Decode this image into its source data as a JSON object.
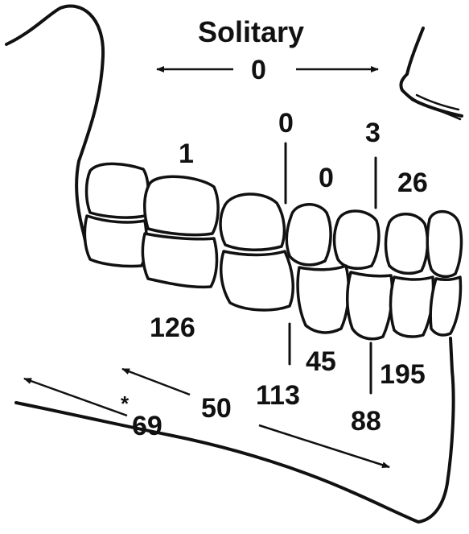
{
  "title": "Solitary",
  "upper": {
    "solitary": "0",
    "molar": "1",
    "canine": "0",
    "premolar_1": "0",
    "premolar_2": "3",
    "incisor": "26"
  },
  "lower": {
    "molar": "126",
    "molar_outer": "69",
    "molar_outer_marker": "*",
    "premolar_1": "45",
    "premolar_2": "113",
    "canine_outer": "50",
    "incisor_inner": "195",
    "incisor_outer": "88"
  },
  "colors": {
    "ink": "#111111",
    "background": "#ffffff"
  }
}
